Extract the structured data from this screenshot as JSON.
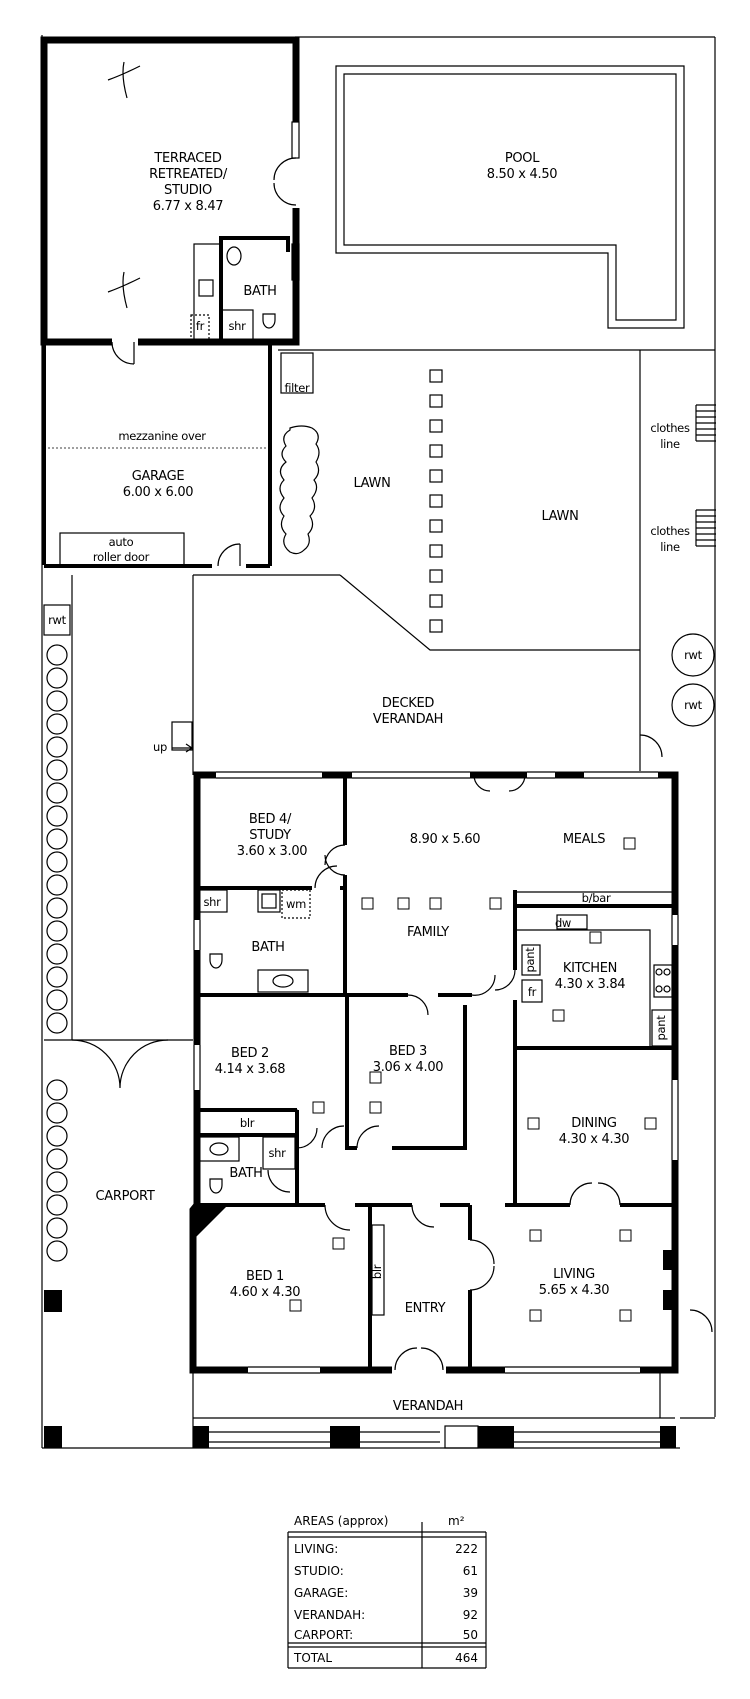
{
  "rooms": {
    "studio": {
      "line1": "TERRACED",
      "line2": "RETREATED/",
      "line3": "STUDIO",
      "dims": "6.77 x 8.47"
    },
    "studio_bath": "BATH",
    "studio_fr": "fr",
    "studio_shr": "shr",
    "pool": {
      "name": "POOL",
      "dims": "8.50 x 4.50"
    },
    "filter": "filter",
    "garage": {
      "mezz": "mezzanine over",
      "name": "GARAGE",
      "dims": "6.00 x 6.00",
      "door1": "auto",
      "door2": "roller door"
    },
    "lawn_left": "LAWN",
    "lawn_right": "LAWN",
    "clothes_line": [
      "clothes",
      "line"
    ],
    "rwt": "rwt",
    "decked_verandah": [
      "DECKED",
      "VERANDAH"
    ],
    "up": "up",
    "bed4": {
      "line1": "BED 4/",
      "line2": "STUDY",
      "dims": "3.60 x 3.00"
    },
    "family_dims": "8.90 x 5.60",
    "meals": "MEALS",
    "family": "FAMILY",
    "bbar": "b/bar",
    "dw": "dw",
    "pant": "pant",
    "kitchen": {
      "name": "KITCHEN",
      "dims": "4.30 x 3.84"
    },
    "fr": "fr",
    "bath_main": "BATH",
    "shr": "shr",
    "wm": "wm",
    "bed2": {
      "name": "BED 2",
      "dims": "4.14 x 3.68"
    },
    "bed3": {
      "name": "BED 3",
      "dims": "3.06 x 4.00"
    },
    "blr": "blr",
    "dining": {
      "name": "DINING",
      "dims": "4.30 x 4.30"
    },
    "bath_small": "BATH",
    "carport": "CARPORT",
    "bed1": {
      "name": "BED 1",
      "dims": "4.60 x 4.30"
    },
    "entry": "ENTRY",
    "living": {
      "name": "LIVING",
      "dims": "5.65 x 4.30"
    },
    "verandah": "VERANDAH"
  },
  "areas_table": {
    "title": "AREAS (approx)",
    "unit": "m²",
    "rows": [
      {
        "label": "LIVING:",
        "value": "222"
      },
      {
        "label": "STUDIO:",
        "value": "61"
      },
      {
        "label": "GARAGE:",
        "value": "39"
      },
      {
        "label": "VERANDAH:",
        "value": "92"
      },
      {
        "label": "CARPORT:",
        "value": "50"
      }
    ],
    "total_label": "TOTAL",
    "total_value": "464"
  }
}
